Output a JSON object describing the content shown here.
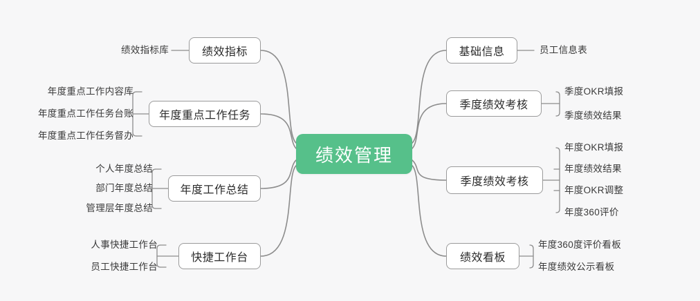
{
  "canvas": {
    "background_color": "#f7f7f8",
    "link_color": "#8c8c8c"
  },
  "root": {
    "label": "绩效管理",
    "color": "#56c08a",
    "text_color": "#ffffff"
  },
  "left_branches": [
    {
      "label": "绩效指标",
      "leaves": [
        "绩效指标库"
      ]
    },
    {
      "label": "年度重点工作任务",
      "leaves": [
        "年度重点工作内容库",
        "年度重点工作任务台账",
        "年度重点工作任务督办"
      ]
    },
    {
      "label": "年度工作总结",
      "leaves": [
        "个人年度总结",
        "部门年度总结",
        "管理层年度总结"
      ]
    },
    {
      "label": "快捷工作台",
      "leaves": [
        "人事快捷工作台",
        "员工快捷工作台"
      ]
    }
  ],
  "right_branches": [
    {
      "label": "基础信息",
      "leaves": [
        "员工信息表"
      ]
    },
    {
      "label": "季度绩效考核",
      "leaves": [
        "季度OKR填报",
        "季度绩效结果"
      ]
    },
    {
      "label": "季度绩效考核",
      "leaves": [
        "年度OKR填报",
        "年度绩效结果",
        "年度OKR调整",
        "年度360评价"
      ]
    },
    {
      "label": "绩效看板",
      "leaves": [
        "年度360度评价看板",
        "年度绩效公示看板"
      ]
    }
  ]
}
